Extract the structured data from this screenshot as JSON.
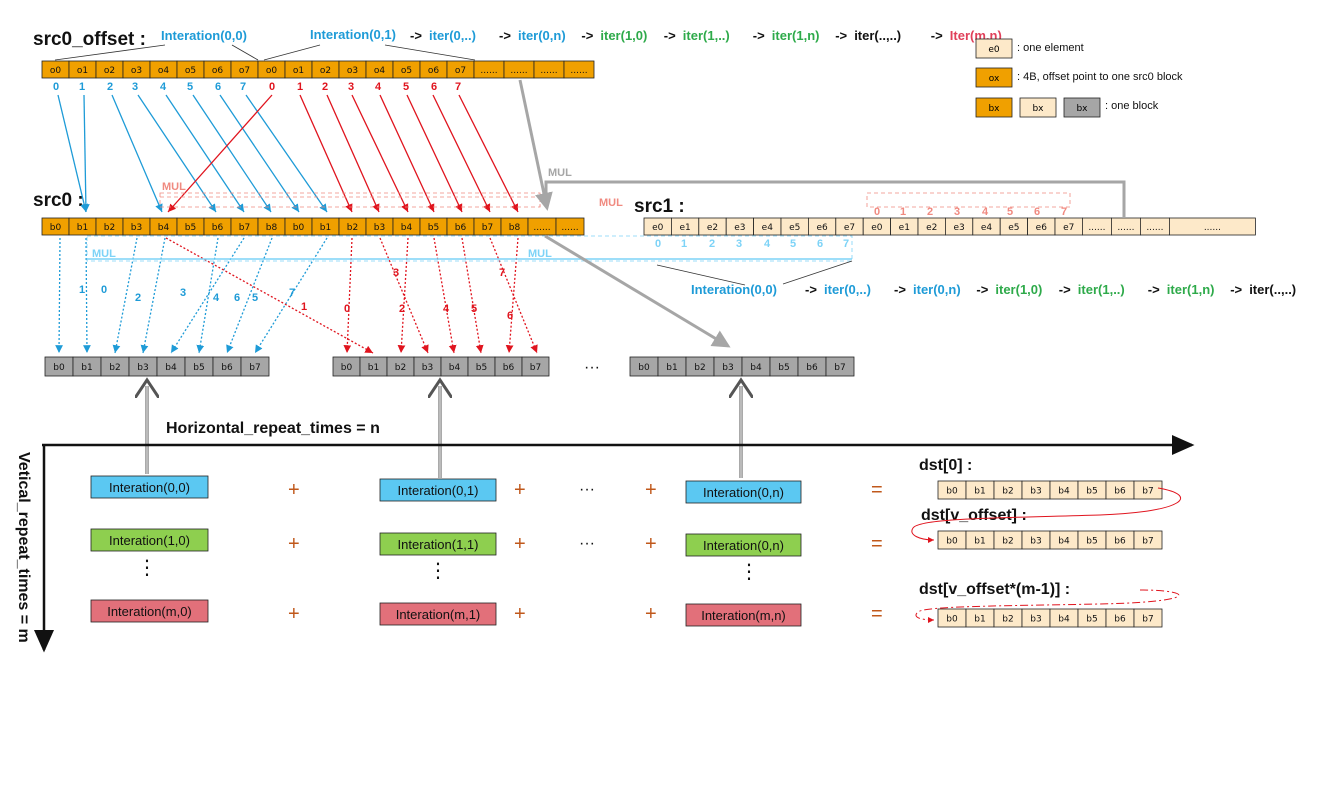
{
  "titles": {
    "src0_offset": "src0_offset :",
    "src0": "src0 :",
    "src1": "src1 :",
    "dst0": "dst[0] :",
    "dst_v": "dst[v_offset] :",
    "dst_m": "dst[v_offset*(m-1)] :",
    "horizontal": "Horizontal_repeat_times = n",
    "vertical": "Vetical_repeat_times = m"
  },
  "legend": {
    "e_cell": "e0",
    "e_text": ": one element",
    "o_cell": "ox",
    "o_text": ": 4B, offset point to one src0 block",
    "b_cell": "bx",
    "b_text": ": one block"
  },
  "iter_top": {
    "i00": "Interation(0,0)",
    "i01": "Interation(0,1)"
  },
  "iter_seq": [
    {
      "text": "->",
      "color": "#111111"
    },
    {
      "text": "iter(0,..)",
      "color": "#1e9bd7"
    },
    {
      "text": "->",
      "color": "#111111"
    },
    {
      "text": "iter(0,n)",
      "color": "#1e9bd7"
    },
    {
      "text": "->",
      "color": "#111111"
    },
    {
      "text": "iter(1,0)",
      "color": "#2eaa4a"
    },
    {
      "text": "->",
      "color": "#111111"
    },
    {
      "text": "iter(1,..)",
      "color": "#2eaa4a"
    },
    {
      "text": "->",
      "color": "#111111"
    },
    {
      "text": "iter(1,n)",
      "color": "#2eaa4a"
    },
    {
      "text": "->",
      "color": "#111111"
    },
    {
      "text": "iter(..,..)",
      "color": "#111111"
    },
    {
      "text": "->",
      "color": "#111111"
    },
    {
      "text": "Iter(m,n)",
      "color": "#e0405a"
    }
  ],
  "iter_src1": "Interation(0,0)",
  "mul": "MUL",
  "dots": "···",
  "ellipsis": "……",
  "vdots": "⋮",
  "offset_cells": [
    "o0",
    "o1",
    "o2",
    "o3",
    "o4",
    "o5",
    "o6",
    "o7",
    "o0",
    "o1",
    "o2",
    "o3",
    "o4",
    "o5",
    "o6",
    "o7",
    "......",
    "......",
    "......",
    "......"
  ],
  "src0_cells": [
    "b0",
    "b1",
    "b2",
    "b3",
    "b4",
    "b5",
    "b6",
    "b7",
    "b8",
    "b0",
    "b1",
    "b2",
    "b3",
    "b4",
    "b5",
    "b6",
    "b7",
    "b8",
    "......",
    "......"
  ],
  "src1_cells": [
    "e0",
    "e1",
    "e2",
    "e3",
    "e4",
    "e5",
    "e6",
    "e7",
    "e0",
    "e1",
    "e2",
    "e3",
    "e4",
    "e5",
    "e6",
    "e7",
    "......",
    "......",
    "......",
    "......"
  ],
  "block_cells": [
    "b0",
    "b1",
    "b2",
    "b3",
    "b4",
    "b5",
    "b6",
    "b7"
  ],
  "idx_top_blue": [
    "0",
    "1",
    "2",
    "3",
    "4",
    "5",
    "6",
    "7"
  ],
  "idx_top_red": [
    "0",
    "1",
    "2",
    "3",
    "4",
    "5",
    "6",
    "7"
  ],
  "idx_src1_red": [
    "0",
    "1",
    "2",
    "3",
    "4",
    "5",
    "6",
    "7"
  ],
  "idx_src1_blue": [
    "0",
    "1",
    "2",
    "3",
    "4",
    "5",
    "6",
    "7"
  ],
  "idx_mid_blue": [
    "1",
    "0",
    "2",
    "3",
    "4",
    "6",
    "5",
    "7"
  ],
  "idx_mid_red": [
    "1",
    "0",
    "3",
    "2",
    "4",
    "5",
    "7",
    "6"
  ],
  "iter_grid": [
    {
      "row": 0,
      "boxes": [
        "Interation(0,0)",
        "Interation(0,1)",
        "Interation(0,n)"
      ],
      "color": "#5bc8f2"
    },
    {
      "row": 1,
      "boxes": [
        "Interation(1,0)",
        "Interation(1,1)",
        "Interation(0,n)"
      ],
      "color": "#8ecf4f"
    },
    {
      "row": 2,
      "boxes": [
        "Interation(m,0)",
        "Interation(m,1)",
        "Interation(m,n)"
      ],
      "color": "#e2707a"
    }
  ],
  "ops": {
    "plus": "+",
    "eq": "="
  },
  "colors": {
    "orange": "#f0a000",
    "light": "#fde9c9",
    "gray": "#a6a6a6",
    "blue": "#1e9bd7",
    "red": "#e0141e",
    "lightblue": "#7dd3f7",
    "mul_red": "#f08a80",
    "arrow_gray": "#a6a6a6"
  }
}
